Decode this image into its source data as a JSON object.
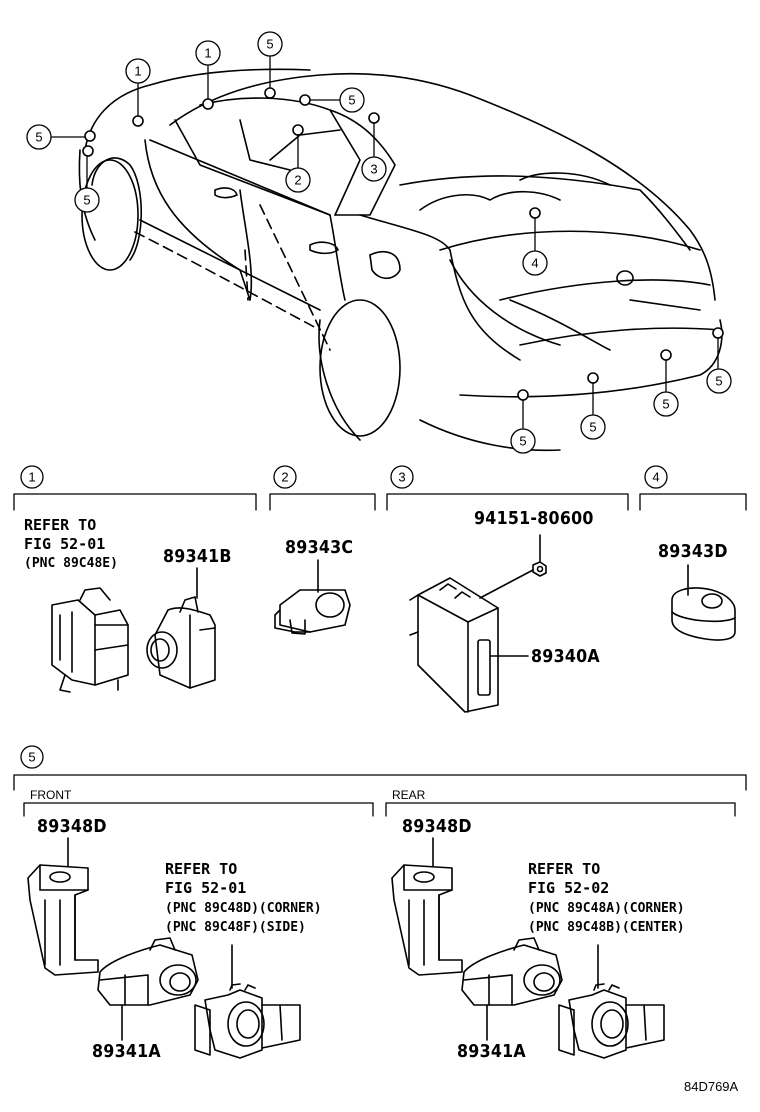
{
  "callouts": {
    "c1": "1",
    "c2": "2",
    "c3": "3",
    "c4": "4",
    "c5": "5"
  },
  "section1": {
    "refer_line1": "REFER TO",
    "refer_line2": "FIG 52-01",
    "refer_line3": "(PNC 89C48E)",
    "part_sensor": "89341B"
  },
  "section2": {
    "part": "89343C"
  },
  "section3": {
    "nut_part": "94151-80600",
    "ecu_part": "89340A"
  },
  "section4": {
    "part": "89343D"
  },
  "section5": {
    "front": {
      "label": "FRONT",
      "retainer": "89348D",
      "refer_line1": "REFER TO",
      "refer_line2": "FIG 52-01",
      "refer_line3": "(PNC 89C48D)(CORNER)",
      "refer_line4": "(PNC 89C48F)(SIDE)",
      "sensor": "89341A"
    },
    "rear": {
      "label": "REAR",
      "retainer": "89348D",
      "refer_line1": "REFER TO",
      "refer_line2": "FIG 52-02",
      "refer_line3": "(PNC 89C48A)(CORNER)",
      "refer_line4": "(PNC 89C48B)(CENTER)",
      "sensor": "89341A"
    }
  },
  "diagram_code": "84D769A"
}
